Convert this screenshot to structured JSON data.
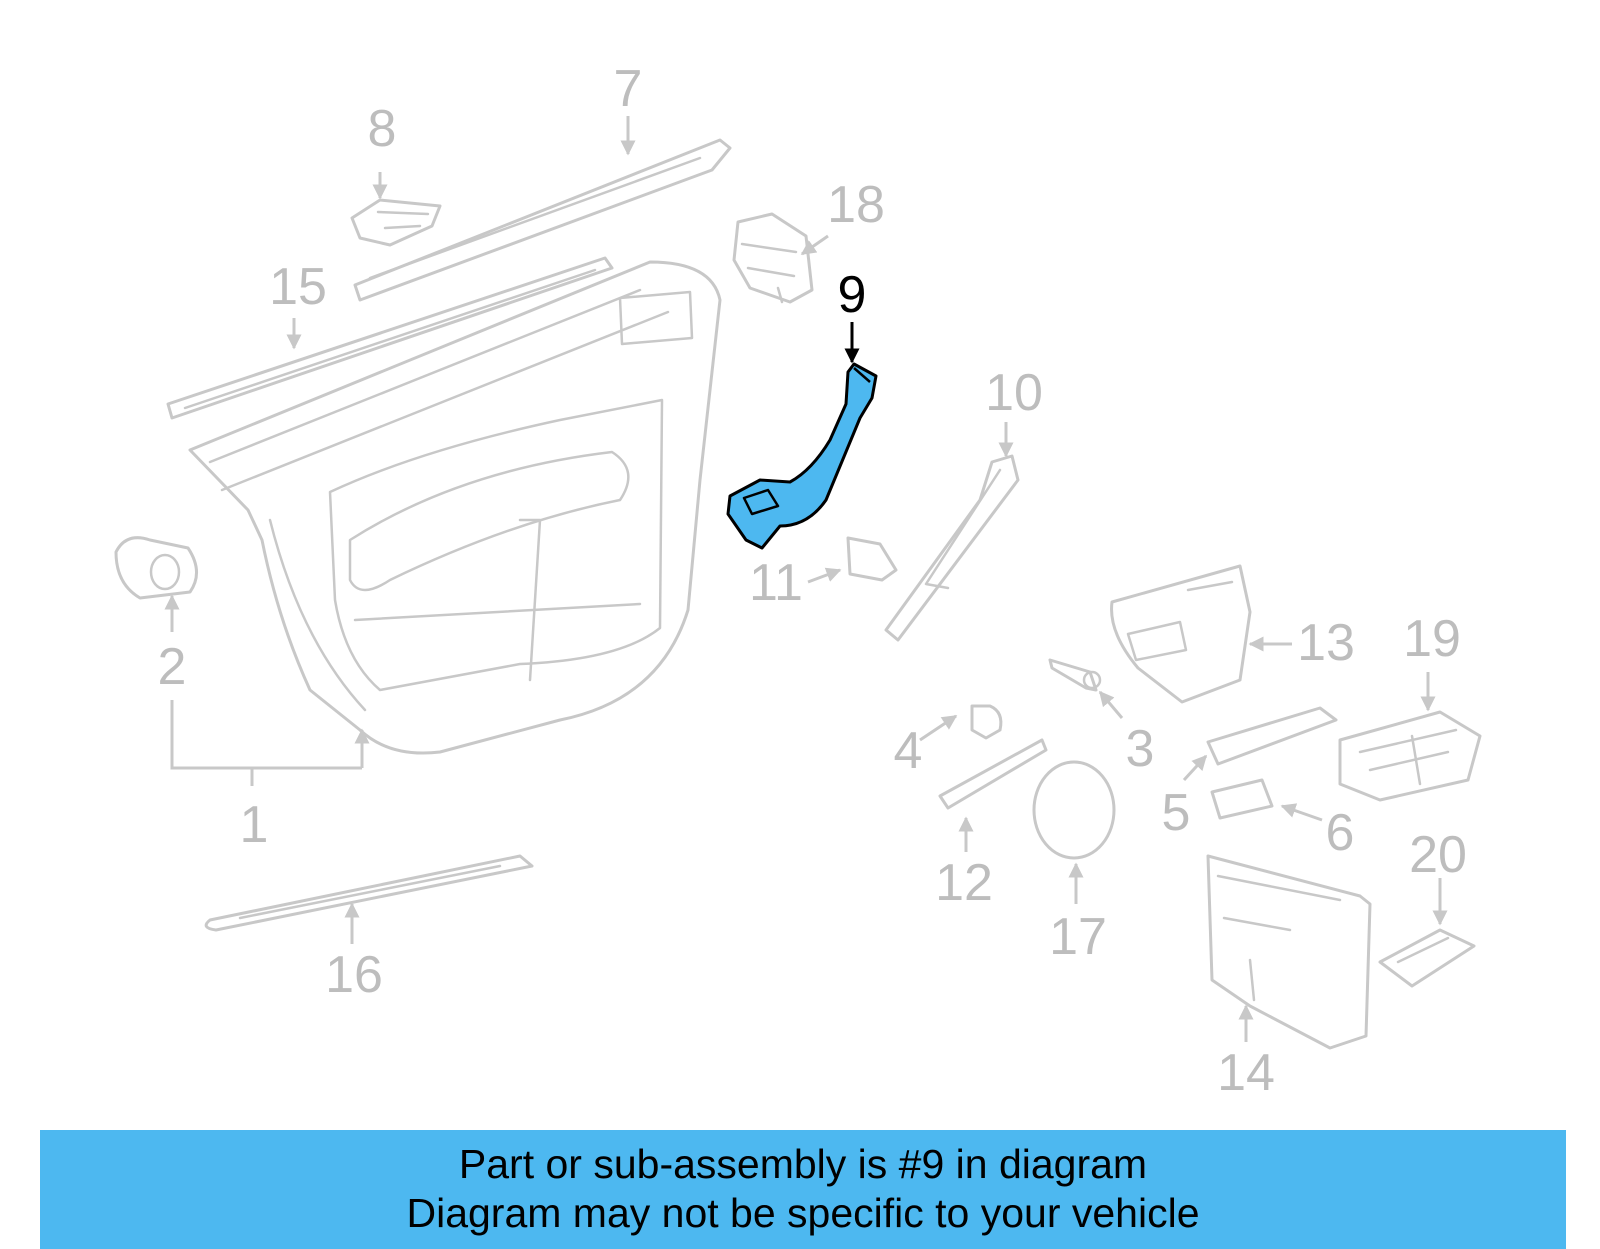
{
  "diagram": {
    "highlight_color": "#4db8f0",
    "part_color": "#c8c8c8",
    "highlighted_callout": "9",
    "callouts": {
      "c1": "1",
      "c2": "2",
      "c3": "3",
      "c4": "4",
      "c5": "5",
      "c6": "6",
      "c7": "7",
      "c8": "8",
      "c9": "9",
      "c10": "10",
      "c11": "11",
      "c12": "12",
      "c13": "13",
      "c14": "14",
      "c15": "15",
      "c16": "16",
      "c17": "17",
      "c18": "18",
      "c19": "19",
      "c20": "20"
    }
  },
  "banner": {
    "line1": "Part or sub-assembly is #9 in diagram",
    "line2": "Diagram may not be specific to your vehicle"
  }
}
